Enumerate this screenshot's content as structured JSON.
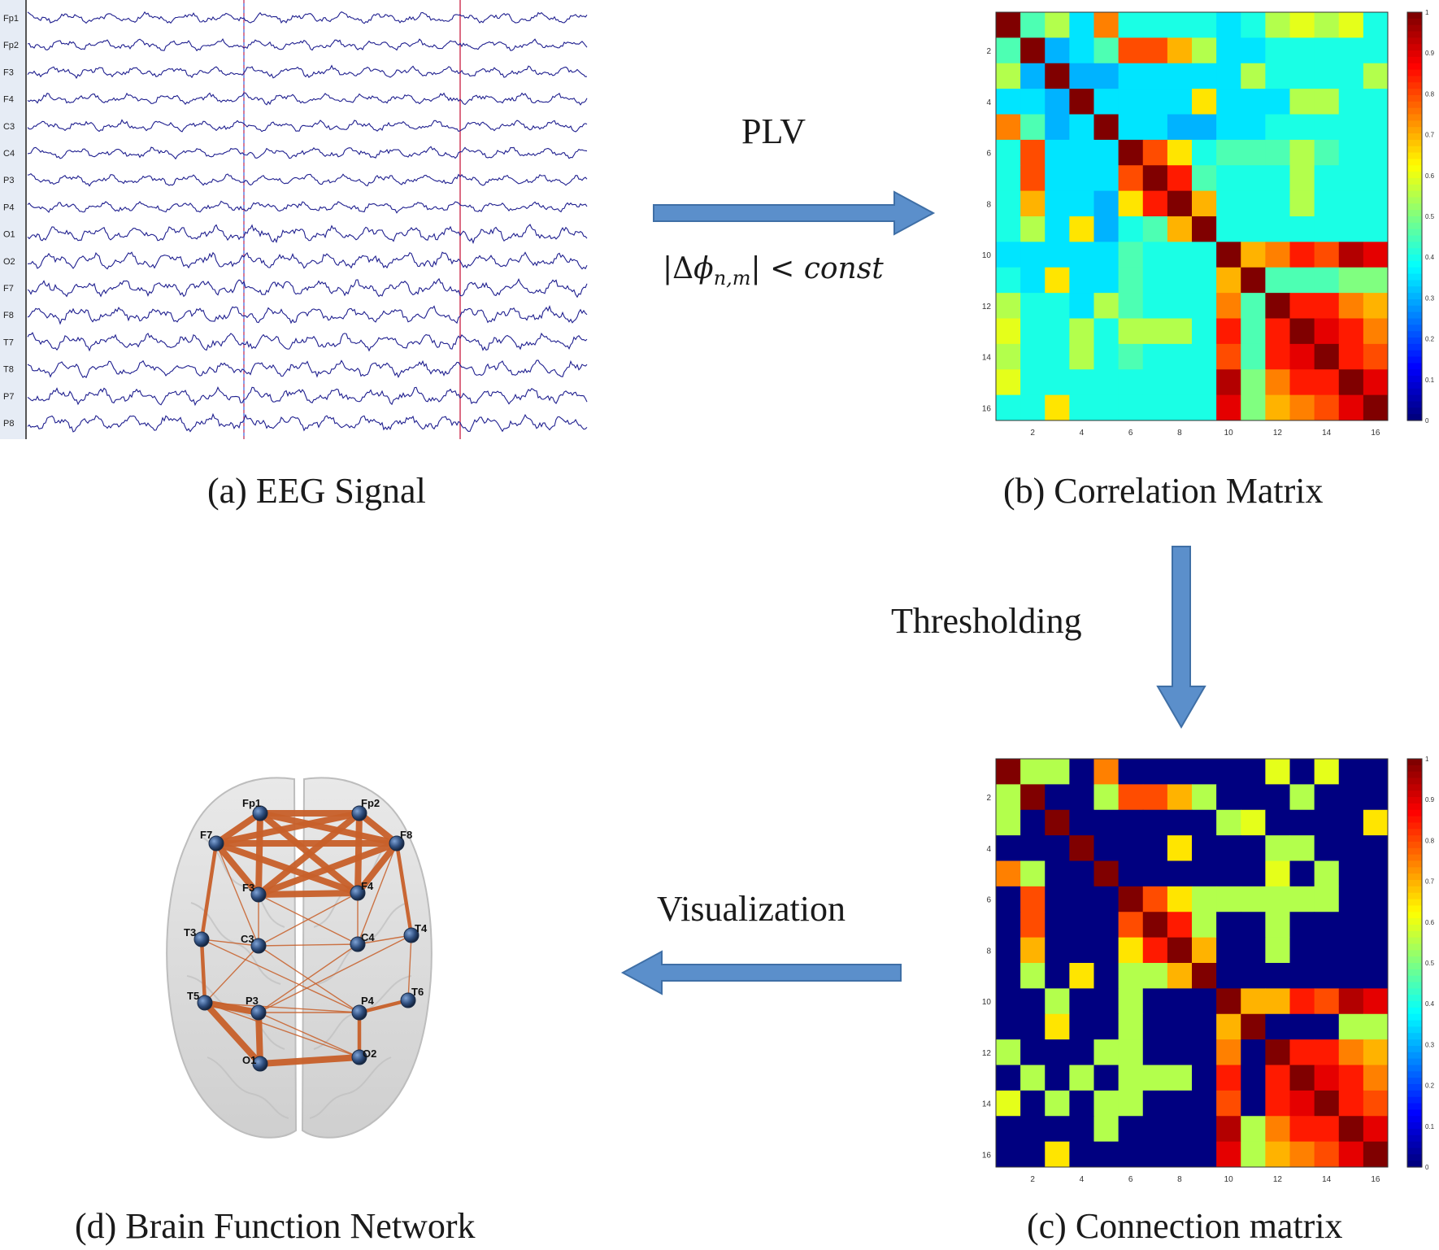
{
  "colors": {
    "arrow_fill": "#5b8fcb",
    "arrow_stroke": "#3f6fa6",
    "eeg_trace": "#1f1f8f",
    "eeg_marker_blue": "#3a5fd9",
    "eeg_marker_red": "#d13a5a",
    "edge": "#c8602a",
    "node": "#2f4e7e"
  },
  "eeg": {
    "channels": [
      "Fp1",
      "Fp2",
      "F3",
      "F4",
      "C3",
      "C4",
      "P3",
      "P4",
      "O1",
      "O2",
      "F7",
      "F8",
      "T7",
      "T8",
      "P7",
      "P8"
    ],
    "caption": "(a) EEG Signal"
  },
  "arrows": {
    "plv": {
      "label": "PLV",
      "formula_prefix": "|Δ",
      "formula_phi": "ϕ",
      "formula_sub": "n,m",
      "formula_suffix": "| < ",
      "formula_const": "const"
    },
    "thresholding": {
      "label": "Thresholding"
    },
    "visualization": {
      "label": "Visualization"
    }
  },
  "correlation_matrix": {
    "caption": "(b) Correlation Matrix",
    "size": 16,
    "axis_ticks": [
      "2",
      "4",
      "6",
      "8",
      "10",
      "12",
      "14",
      "16"
    ],
    "colorbar_ticks": [
      "0",
      "0.1",
      "0.2",
      "0.3",
      "0.4",
      "0.5",
      "0.6",
      "0.7",
      "0.8",
      "0.9",
      "1"
    ],
    "cells": [
      [
        1.0,
        0.45,
        0.55,
        0.35,
        0.75,
        0.4,
        0.4,
        0.4,
        0.4,
        0.35,
        0.4,
        0.55,
        0.6,
        0.55,
        0.6,
        0.4
      ],
      [
        0.45,
        1.0,
        0.3,
        0.35,
        0.45,
        0.8,
        0.8,
        0.7,
        0.55,
        0.35,
        0.35,
        0.4,
        0.4,
        0.4,
        0.4,
        0.4
      ],
      [
        0.55,
        0.3,
        1.0,
        0.3,
        0.3,
        0.35,
        0.35,
        0.35,
        0.35,
        0.35,
        0.55,
        0.4,
        0.4,
        0.4,
        0.4,
        0.55
      ],
      [
        0.35,
        0.35,
        0.3,
        1.0,
        0.35,
        0.35,
        0.35,
        0.35,
        0.65,
        0.35,
        0.35,
        0.35,
        0.55,
        0.55,
        0.4,
        0.4
      ],
      [
        0.75,
        0.45,
        0.3,
        0.35,
        1.0,
        0.35,
        0.35,
        0.3,
        0.3,
        0.35,
        0.35,
        0.4,
        0.4,
        0.4,
        0.4,
        0.4
      ],
      [
        0.4,
        0.8,
        0.35,
        0.35,
        0.35,
        1.0,
        0.8,
        0.65,
        0.4,
        0.45,
        0.45,
        0.45,
        0.55,
        0.45,
        0.4,
        0.4
      ],
      [
        0.4,
        0.8,
        0.35,
        0.35,
        0.35,
        0.8,
        1.0,
        0.85,
        0.45,
        0.4,
        0.4,
        0.4,
        0.55,
        0.4,
        0.4,
        0.4
      ],
      [
        0.4,
        0.7,
        0.35,
        0.35,
        0.3,
        0.65,
        0.85,
        1.0,
        0.7,
        0.4,
        0.4,
        0.4,
        0.55,
        0.4,
        0.4,
        0.4
      ],
      [
        0.4,
        0.55,
        0.35,
        0.65,
        0.3,
        0.4,
        0.45,
        0.7,
        1.0,
        0.4,
        0.4,
        0.4,
        0.4,
        0.4,
        0.4,
        0.4
      ],
      [
        0.35,
        0.35,
        0.35,
        0.35,
        0.35,
        0.45,
        0.4,
        0.4,
        0.4,
        1.0,
        0.7,
        0.75,
        0.85,
        0.8,
        0.95,
        0.9
      ],
      [
        0.4,
        0.35,
        0.65,
        0.35,
        0.35,
        0.45,
        0.4,
        0.4,
        0.4,
        0.7,
        1.0,
        0.45,
        0.45,
        0.45,
        0.5,
        0.5
      ],
      [
        0.55,
        0.4,
        0.4,
        0.35,
        0.55,
        0.45,
        0.4,
        0.4,
        0.4,
        0.75,
        0.45,
        1.0,
        0.85,
        0.85,
        0.75,
        0.7
      ],
      [
        0.6,
        0.4,
        0.4,
        0.55,
        0.4,
        0.55,
        0.55,
        0.55,
        0.4,
        0.85,
        0.45,
        0.85,
        1.0,
        0.9,
        0.85,
        0.75
      ],
      [
        0.55,
        0.4,
        0.4,
        0.55,
        0.4,
        0.45,
        0.4,
        0.4,
        0.4,
        0.8,
        0.45,
        0.85,
        0.9,
        1.0,
        0.85,
        0.8
      ],
      [
        0.6,
        0.4,
        0.4,
        0.4,
        0.4,
        0.4,
        0.4,
        0.4,
        0.4,
        0.95,
        0.5,
        0.75,
        0.85,
        0.85,
        1.0,
        0.9
      ],
      [
        0.4,
        0.4,
        0.65,
        0.4,
        0.4,
        0.4,
        0.4,
        0.4,
        0.4,
        0.9,
        0.5,
        0.7,
        0.75,
        0.8,
        0.9,
        1.0
      ]
    ]
  },
  "connection_matrix": {
    "caption": "(c) Connection matrix",
    "size": 16,
    "axis_ticks": [
      "2",
      "4",
      "6",
      "8",
      "10",
      "12",
      "14",
      "16"
    ],
    "colorbar_ticks": [
      "0",
      "0.1",
      "0.2",
      "0.3",
      "0.4",
      "0.5",
      "0.6",
      "0.7",
      "0.8",
      "0.9",
      "1"
    ],
    "cells": [
      [
        1.0,
        0.55,
        0.55,
        0.0,
        0.75,
        0.0,
        0.0,
        0.0,
        0.0,
        0.0,
        0.0,
        0.6,
        0.0,
        0.6,
        0.0,
        0.0
      ],
      [
        0.55,
        1.0,
        0.0,
        0.0,
        0.55,
        0.8,
        0.8,
        0.7,
        0.55,
        0.0,
        0.0,
        0.0,
        0.55,
        0.0,
        0.0,
        0.0
      ],
      [
        0.55,
        0.0,
        1.0,
        0.0,
        0.0,
        0.0,
        0.0,
        0.0,
        0.0,
        0.55,
        0.6,
        0.0,
        0.0,
        0.0,
        0.0,
        0.65
      ],
      [
        0.0,
        0.0,
        0.0,
        1.0,
        0.0,
        0.0,
        0.0,
        0.65,
        0.0,
        0.0,
        0.0,
        0.55,
        0.55,
        0.0,
        0.0,
        0.0
      ],
      [
        0.75,
        0.55,
        0.0,
        0.0,
        1.0,
        0.0,
        0.0,
        0.0,
        0.0,
        0.0,
        0.0,
        0.6,
        0.0,
        0.55,
        0.0,
        0.0
      ],
      [
        0.0,
        0.8,
        0.0,
        0.0,
        0.0,
        1.0,
        0.8,
        0.65,
        0.55,
        0.55,
        0.55,
        0.55,
        0.55,
        0.55,
        0.0,
        0.0
      ],
      [
        0.0,
        0.8,
        0.0,
        0.0,
        0.0,
        0.8,
        1.0,
        0.85,
        0.55,
        0.0,
        0.0,
        0.55,
        0.0,
        0.0,
        0.0,
        0.0
      ],
      [
        0.0,
        0.7,
        0.0,
        0.0,
        0.0,
        0.65,
        0.85,
        1.0,
        0.7,
        0.0,
        0.0,
        0.55,
        0.0,
        0.0,
        0.0,
        0.0
      ],
      [
        0.0,
        0.55,
        0.0,
        0.65,
        0.0,
        0.55,
        0.55,
        0.7,
        1.0,
        0.0,
        0.0,
        0.0,
        0.0,
        0.0,
        0.0,
        0.0
      ],
      [
        0.0,
        0.0,
        0.55,
        0.0,
        0.0,
        0.55,
        0.0,
        0.0,
        0.0,
        1.0,
        0.7,
        0.7,
        0.85,
        0.8,
        0.95,
        0.9
      ],
      [
        0.0,
        0.0,
        0.65,
        0.0,
        0.0,
        0.55,
        0.0,
        0.0,
        0.0,
        0.7,
        1.0,
        0.0,
        0.0,
        0.0,
        0.55,
        0.55
      ],
      [
        0.55,
        0.0,
        0.0,
        0.0,
        0.55,
        0.55,
        0.0,
        0.0,
        0.0,
        0.75,
        0.0,
        1.0,
        0.85,
        0.85,
        0.75,
        0.7
      ],
      [
        0.0,
        0.55,
        0.0,
        0.55,
        0.0,
        0.55,
        0.55,
        0.55,
        0.0,
        0.85,
        0.0,
        0.85,
        1.0,
        0.9,
        0.85,
        0.75
      ],
      [
        0.6,
        0.0,
        0.55,
        0.0,
        0.55,
        0.55,
        0.0,
        0.0,
        0.0,
        0.8,
        0.0,
        0.85,
        0.9,
        1.0,
        0.85,
        0.8
      ],
      [
        0.0,
        0.0,
        0.0,
        0.0,
        0.55,
        0.0,
        0.0,
        0.0,
        0.0,
        0.95,
        0.55,
        0.75,
        0.85,
        0.85,
        1.0,
        0.9
      ],
      [
        0.0,
        0.0,
        0.65,
        0.0,
        0.0,
        0.0,
        0.0,
        0.0,
        0.0,
        0.9,
        0.55,
        0.7,
        0.75,
        0.8,
        0.9,
        1.0
      ]
    ]
  },
  "brain_network": {
    "caption": "(d) Brain Function Network",
    "nodes": [
      "Fp1",
      "Fp2",
      "F7",
      "F8",
      "F3",
      "F4",
      "T3",
      "C3",
      "C4",
      "T4",
      "T5",
      "P3",
      "P4",
      "T6",
      "O1",
      "O2"
    ],
    "edges": [
      [
        "Fp1",
        "Fp2",
        "thick"
      ],
      [
        "Fp1",
        "F7",
        "thick"
      ],
      [
        "Fp1",
        "F8",
        "thick"
      ],
      [
        "Fp1",
        "F3",
        "thick"
      ],
      [
        "Fp1",
        "F4",
        "thick"
      ],
      [
        "Fp2",
        "F7",
        "thick"
      ],
      [
        "Fp2",
        "F8",
        "thick"
      ],
      [
        "Fp2",
        "F3",
        "thick"
      ],
      [
        "Fp2",
        "F4",
        "thick"
      ],
      [
        "F7",
        "F8",
        "thick"
      ],
      [
        "F7",
        "F3",
        "thick"
      ],
      [
        "F7",
        "F4",
        "thick"
      ],
      [
        "F8",
        "F3",
        "thick"
      ],
      [
        "F8",
        "F4",
        "thick"
      ],
      [
        "F3",
        "F4",
        "thick"
      ],
      [
        "F7",
        "T3",
        "medium"
      ],
      [
        "F8",
        "T4",
        "medium"
      ],
      [
        "F7",
        "C3",
        "thin"
      ],
      [
        "F8",
        "C4",
        "thin"
      ],
      [
        "F3",
        "C3",
        "thin"
      ],
      [
        "F4",
        "C4",
        "thin"
      ],
      [
        "F3",
        "C4",
        "thin"
      ],
      [
        "F4",
        "C3",
        "thin"
      ],
      [
        "T3",
        "C3",
        "thin"
      ],
      [
        "C3",
        "C4",
        "thin"
      ],
      [
        "C4",
        "T4",
        "thin"
      ],
      [
        "T3",
        "T5",
        "medium"
      ],
      [
        "T4",
        "T6",
        "thin"
      ],
      [
        "C3",
        "P4",
        "thin"
      ],
      [
        "C4",
        "P3",
        "thin"
      ],
      [
        "T3",
        "P4",
        "thin"
      ],
      [
        "T4",
        "P3",
        "thin"
      ],
      [
        "T5",
        "P3",
        "thick"
      ],
      [
        "T5",
        "O1",
        "thick"
      ],
      [
        "P3",
        "O1",
        "thick"
      ],
      [
        "O1",
        "O2",
        "thick"
      ],
      [
        "P4",
        "O2",
        "medium"
      ],
      [
        "P4",
        "T6",
        "medium"
      ],
      [
        "T5",
        "O2",
        "thin"
      ],
      [
        "P3",
        "O2",
        "thin"
      ],
      [
        "P3",
        "P4",
        "thin"
      ],
      [
        "T5",
        "P4",
        "thin"
      ],
      [
        "C3",
        "T5",
        "thin"
      ]
    ]
  }
}
